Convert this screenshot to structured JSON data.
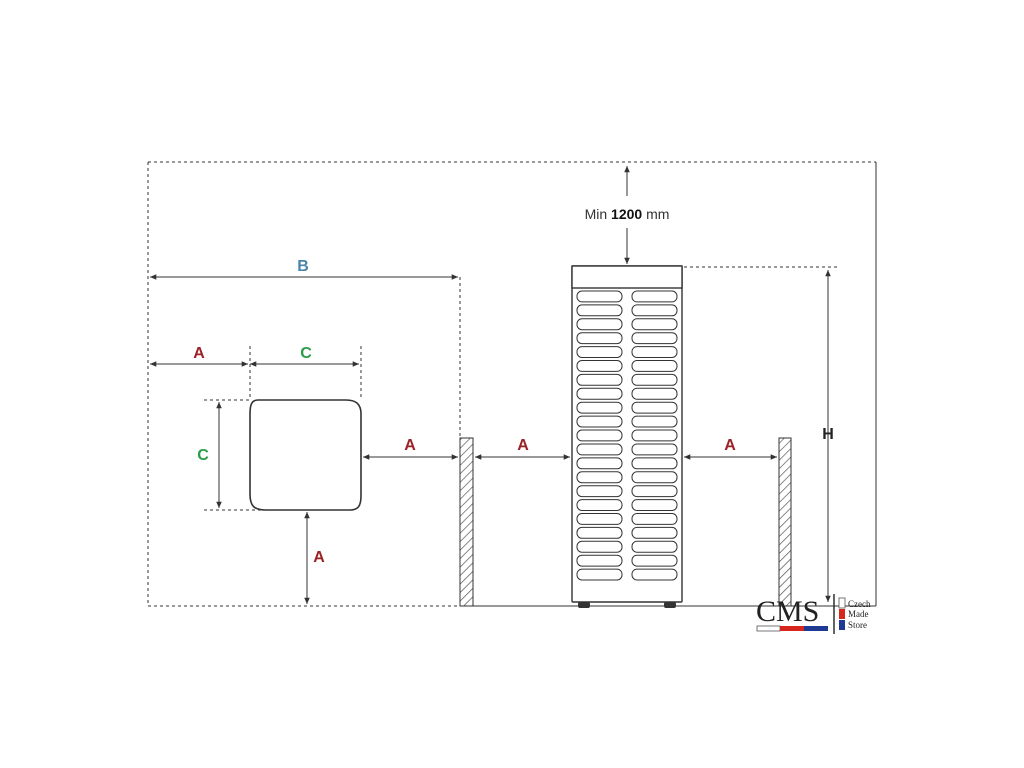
{
  "diagram": {
    "labels": {
      "a": "A",
      "b": "B",
      "c": "C",
      "h": "H"
    },
    "min_clearance": {
      "prefix": "Min",
      "value": "1200",
      "unit": "mm"
    },
    "colors": {
      "a": "#9b2226",
      "b": "#4a86a8",
      "c": "#2a9d4a",
      "h": "#222222",
      "lines": "#333333"
    },
    "heater_slats_per_column": 21
  },
  "logo": {
    "mark": "CMS",
    "line1": "Czech",
    "line2": "Made",
    "line3": "Store",
    "colors": [
      "#ffffff",
      "#d7261e",
      "#1f3a93"
    ]
  }
}
